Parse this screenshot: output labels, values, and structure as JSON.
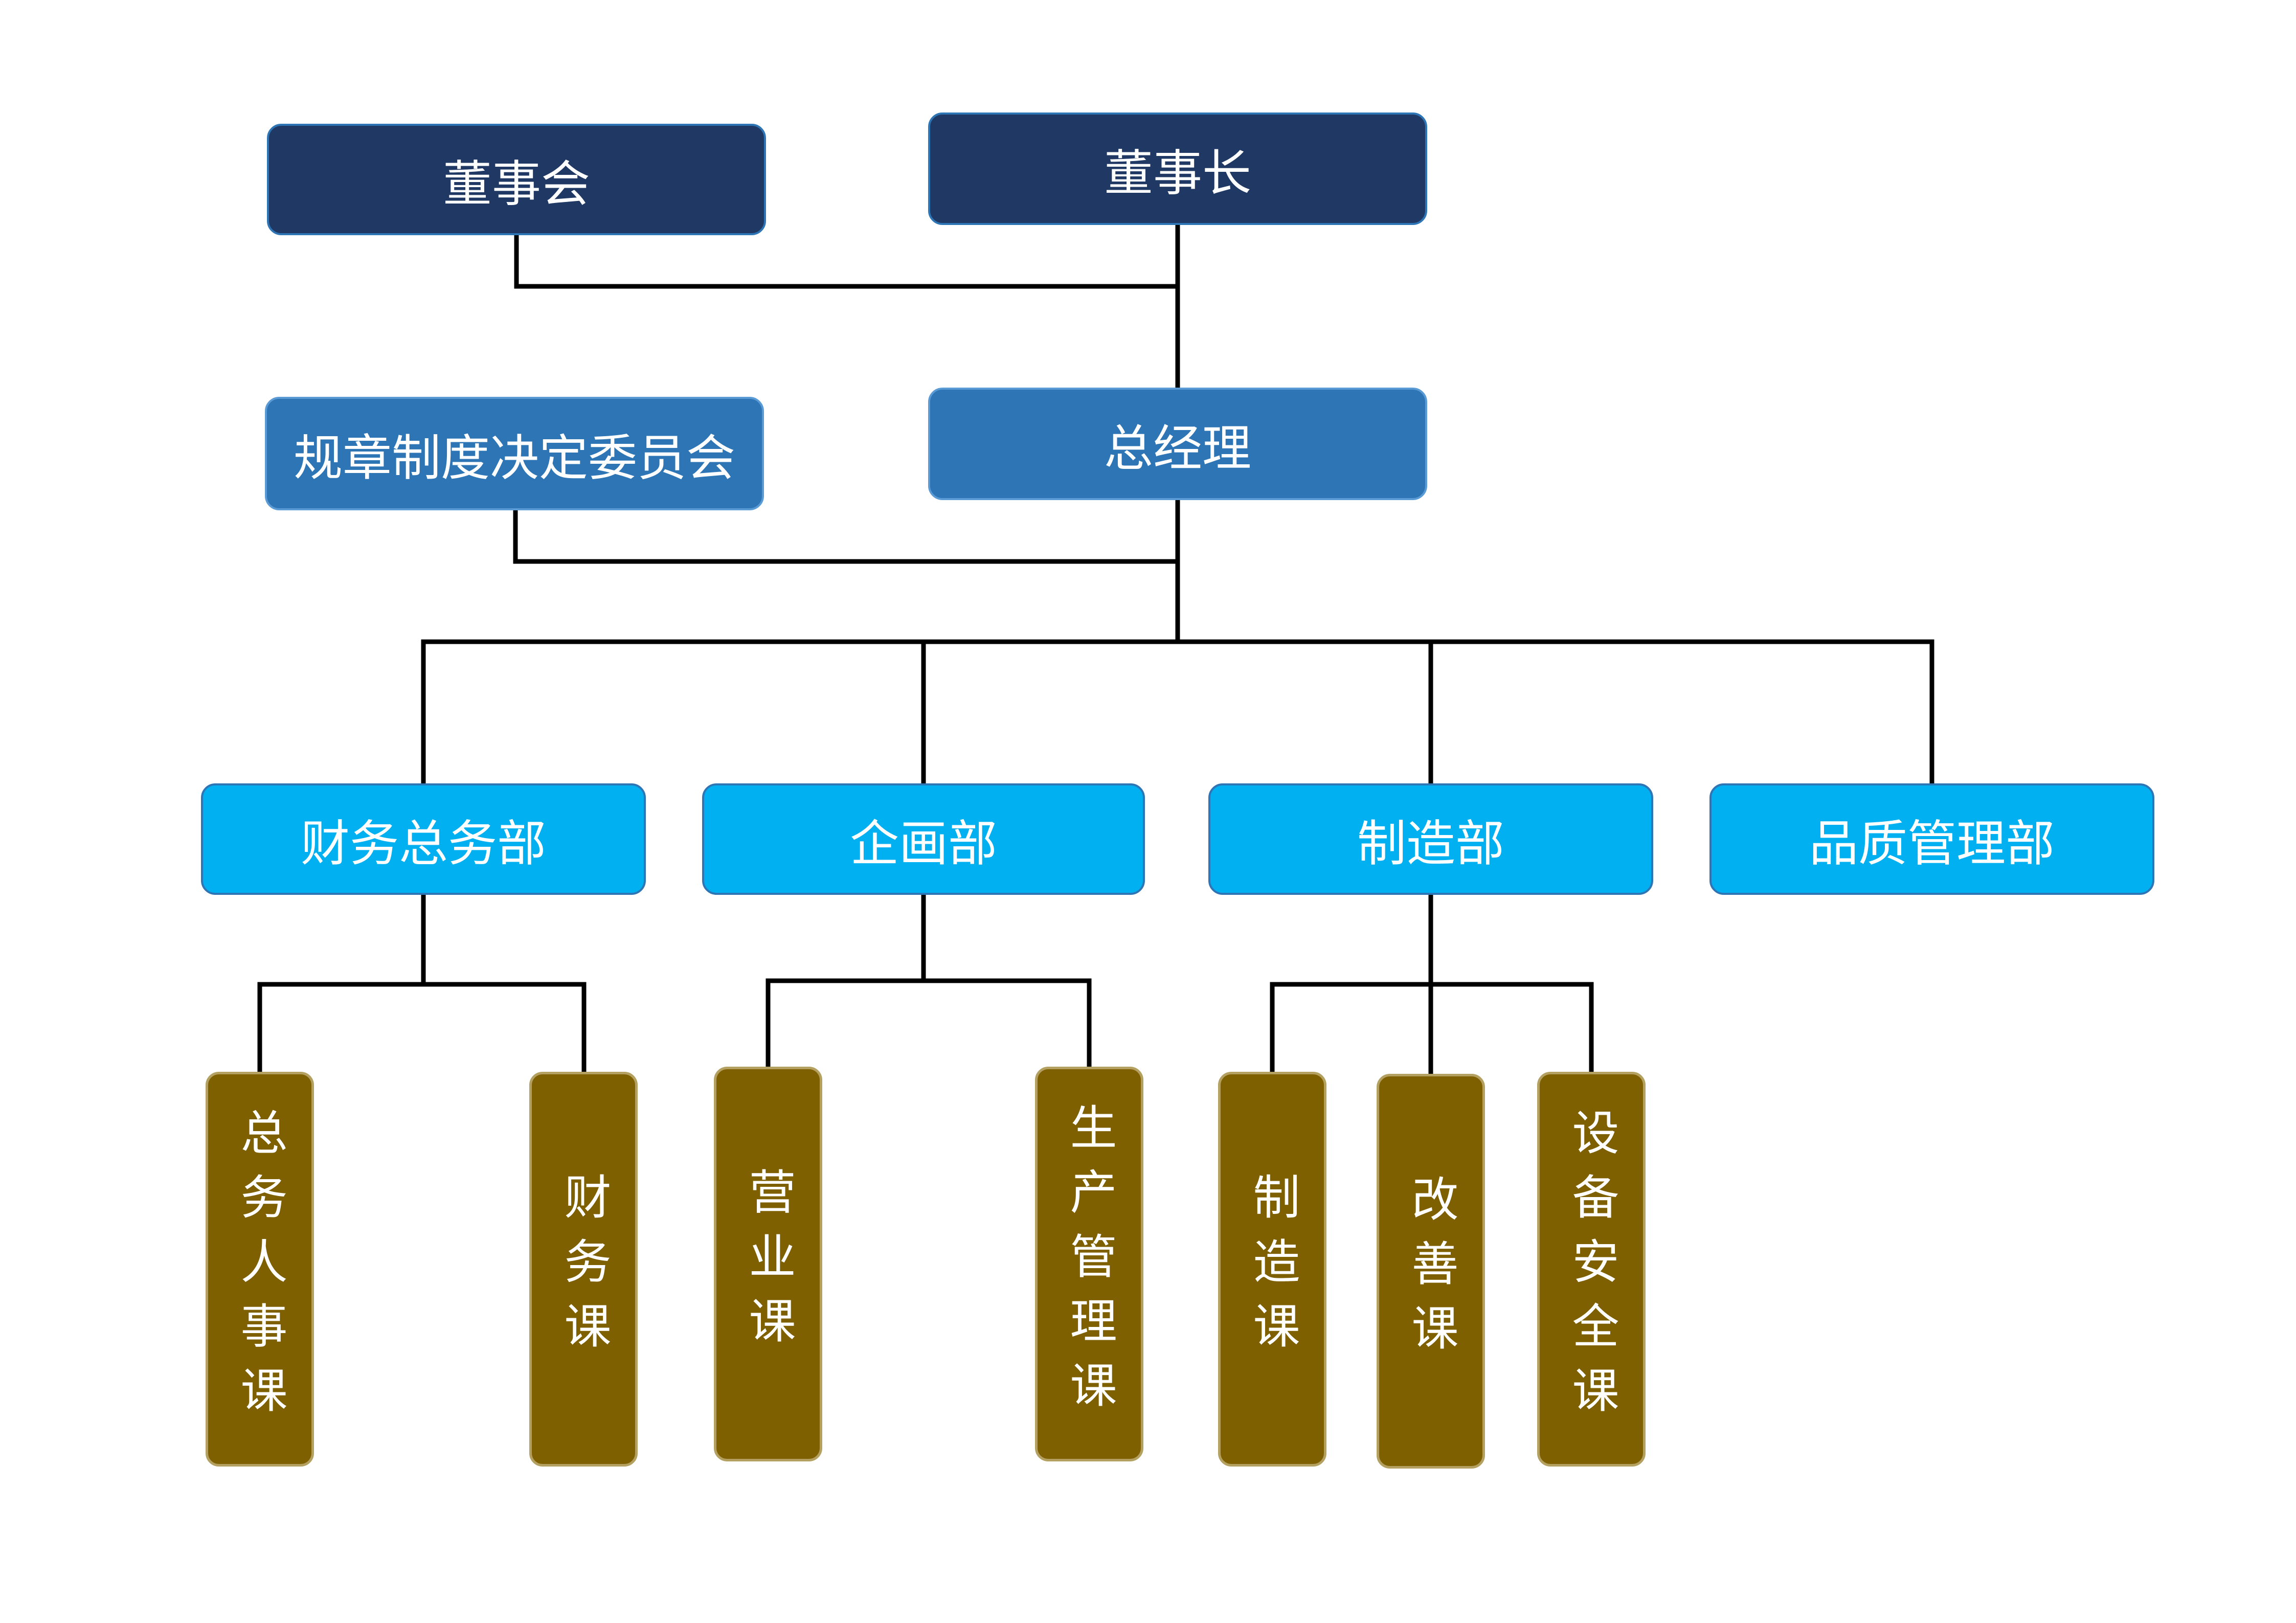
{
  "chart": {
    "board": "董事会",
    "chairman": "董事长",
    "rules_committee": "规章制度决定委员会",
    "general_manager": "总经理",
    "departments": {
      "finance_general": "财务总务部",
      "planning": "企画部",
      "manufacturing": "制造部",
      "quality": "品质管理部"
    },
    "sections": {
      "general_hr": "总务人事课",
      "finance": "财务课",
      "sales": "营业课",
      "production_mgmt": "生产管理课",
      "manufacturing": "制造课",
      "improvement": "改善课",
      "equipment_safety": "设备安全课"
    }
  },
  "colors": {
    "top_level": "#203864",
    "mid_level": "#2e75b6",
    "department": "#00b0f0",
    "section": "#7f6000",
    "connector": "#000000"
  }
}
